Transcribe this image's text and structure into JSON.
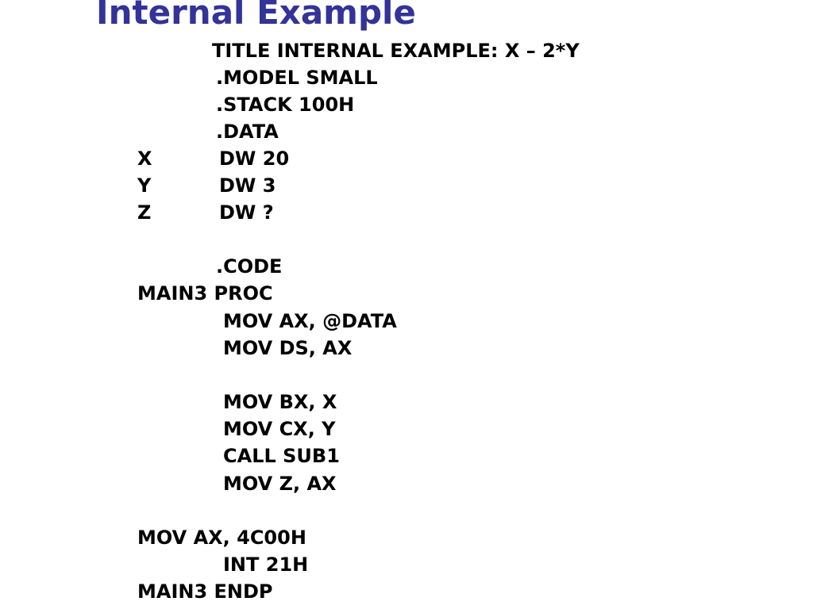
{
  "slide": {
    "title": "Internal Example",
    "lines": {
      "title_directive": "TITLE INTERNAL EXAMPLE:  X – 2*Y",
      "model": ".MODEL SMALL",
      "stack": ".STACK 100H",
      "data_directive": ".DATA",
      "x_label": "X",
      "x_decl": "DW   20",
      "y_label": "Y",
      "y_decl": "DW    3",
      "z_label": "Z",
      "z_decl": "DW    ?",
      "code_directive": ".CODE",
      "main_proc": "MAIN3 PROC",
      "mov_ax_data": "MOV AX,   @DATA",
      "mov_ds_ax": "MOV DS,   AX",
      "mov_bx_x": "MOV BX,   X",
      "mov_cx_y": "MOV CX,   Y",
      "call_sub1": "CALL SUB1",
      "mov_z_ax": "MOV Z,     AX",
      "mov_ax_4c00h": "MOV AX,  4C00H",
      "int_21h": "INT 21H",
      "main_endp": "MAIN3 ENDP"
    }
  }
}
